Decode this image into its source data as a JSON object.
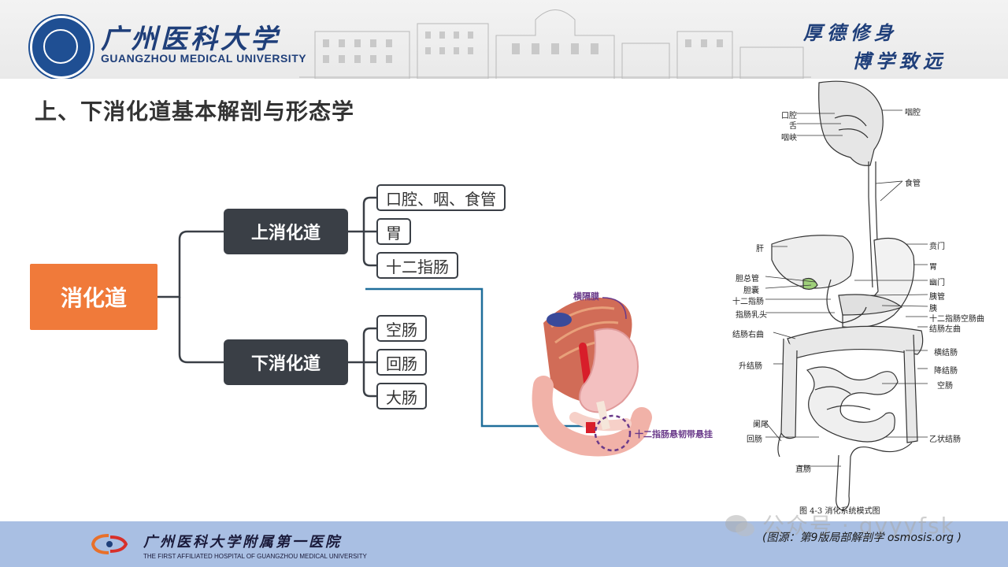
{
  "header": {
    "university_cn": "广州医科大学",
    "university_en": "GUANGZHOU MEDICAL UNIVERSITY",
    "motto_line1": "厚德修身",
    "motto_line2": "博学致远"
  },
  "title": "上、下消化道基本解剖与形态学",
  "mindmap": {
    "root": "消化道",
    "upper": {
      "label": "上消化道",
      "items": [
        "口腔、咽、食管",
        "胃",
        "十二指肠"
      ]
    },
    "lower": {
      "label": "下消化道",
      "items": [
        "空肠",
        "回肠",
        "大肠"
      ]
    }
  },
  "stomach_figure": {
    "diaphragm_label": "横隔膜",
    "ligament_label": "十二指肠悬韧带悬挂"
  },
  "digestive_figure": {
    "labels": {
      "mouth": "口腔",
      "tongue": "舌",
      "isthmus": "咽峡",
      "pharynx": "咽腔",
      "esophagus": "食管",
      "liver": "肝",
      "cardia": "贲门",
      "stomach": "胃",
      "common_bile_duct": "胆总管",
      "gallbladder": "胆囊",
      "pylorus": "幽门",
      "duodenum": "十二指肠",
      "pancreatic_duct": "胰管",
      "pancreas": "胰",
      "duodenal_papilla": "指肠乳头",
      "duodenojejunal_flexure": "十二指肠空肠曲",
      "right_colic_flexure": "结肠右曲",
      "left_colic_flexure": "结肠左曲",
      "transverse_colon": "横结肠",
      "ascending_colon": "升结肠",
      "descending_colon": "降结肠",
      "jejunum": "空肠",
      "appendix": "阑尾",
      "ileum": "回肠",
      "sigmoid_colon": "乙状结肠",
      "rectum": "直肠"
    },
    "caption": "图 4-3   消化系统模式图"
  },
  "footer": {
    "hospital_cn": "广州医科大学附属第一医院",
    "hospital_en": "THE FIRST AFFILIATED HOSPITAL OF GUANGZHOU MEDICAL UNIVERSITY",
    "source": "(图源：第9版局部解剖学    osmosis.org )",
    "watermark": "公众号 · gyyyfsk"
  },
  "colors": {
    "root_orange": "#f07a3a",
    "branch_dark": "#3a3f46",
    "footer_blue": "#a9bfe3",
    "navy": "#1f3f7a",
    "connector_blue": "#1f6e9a"
  }
}
